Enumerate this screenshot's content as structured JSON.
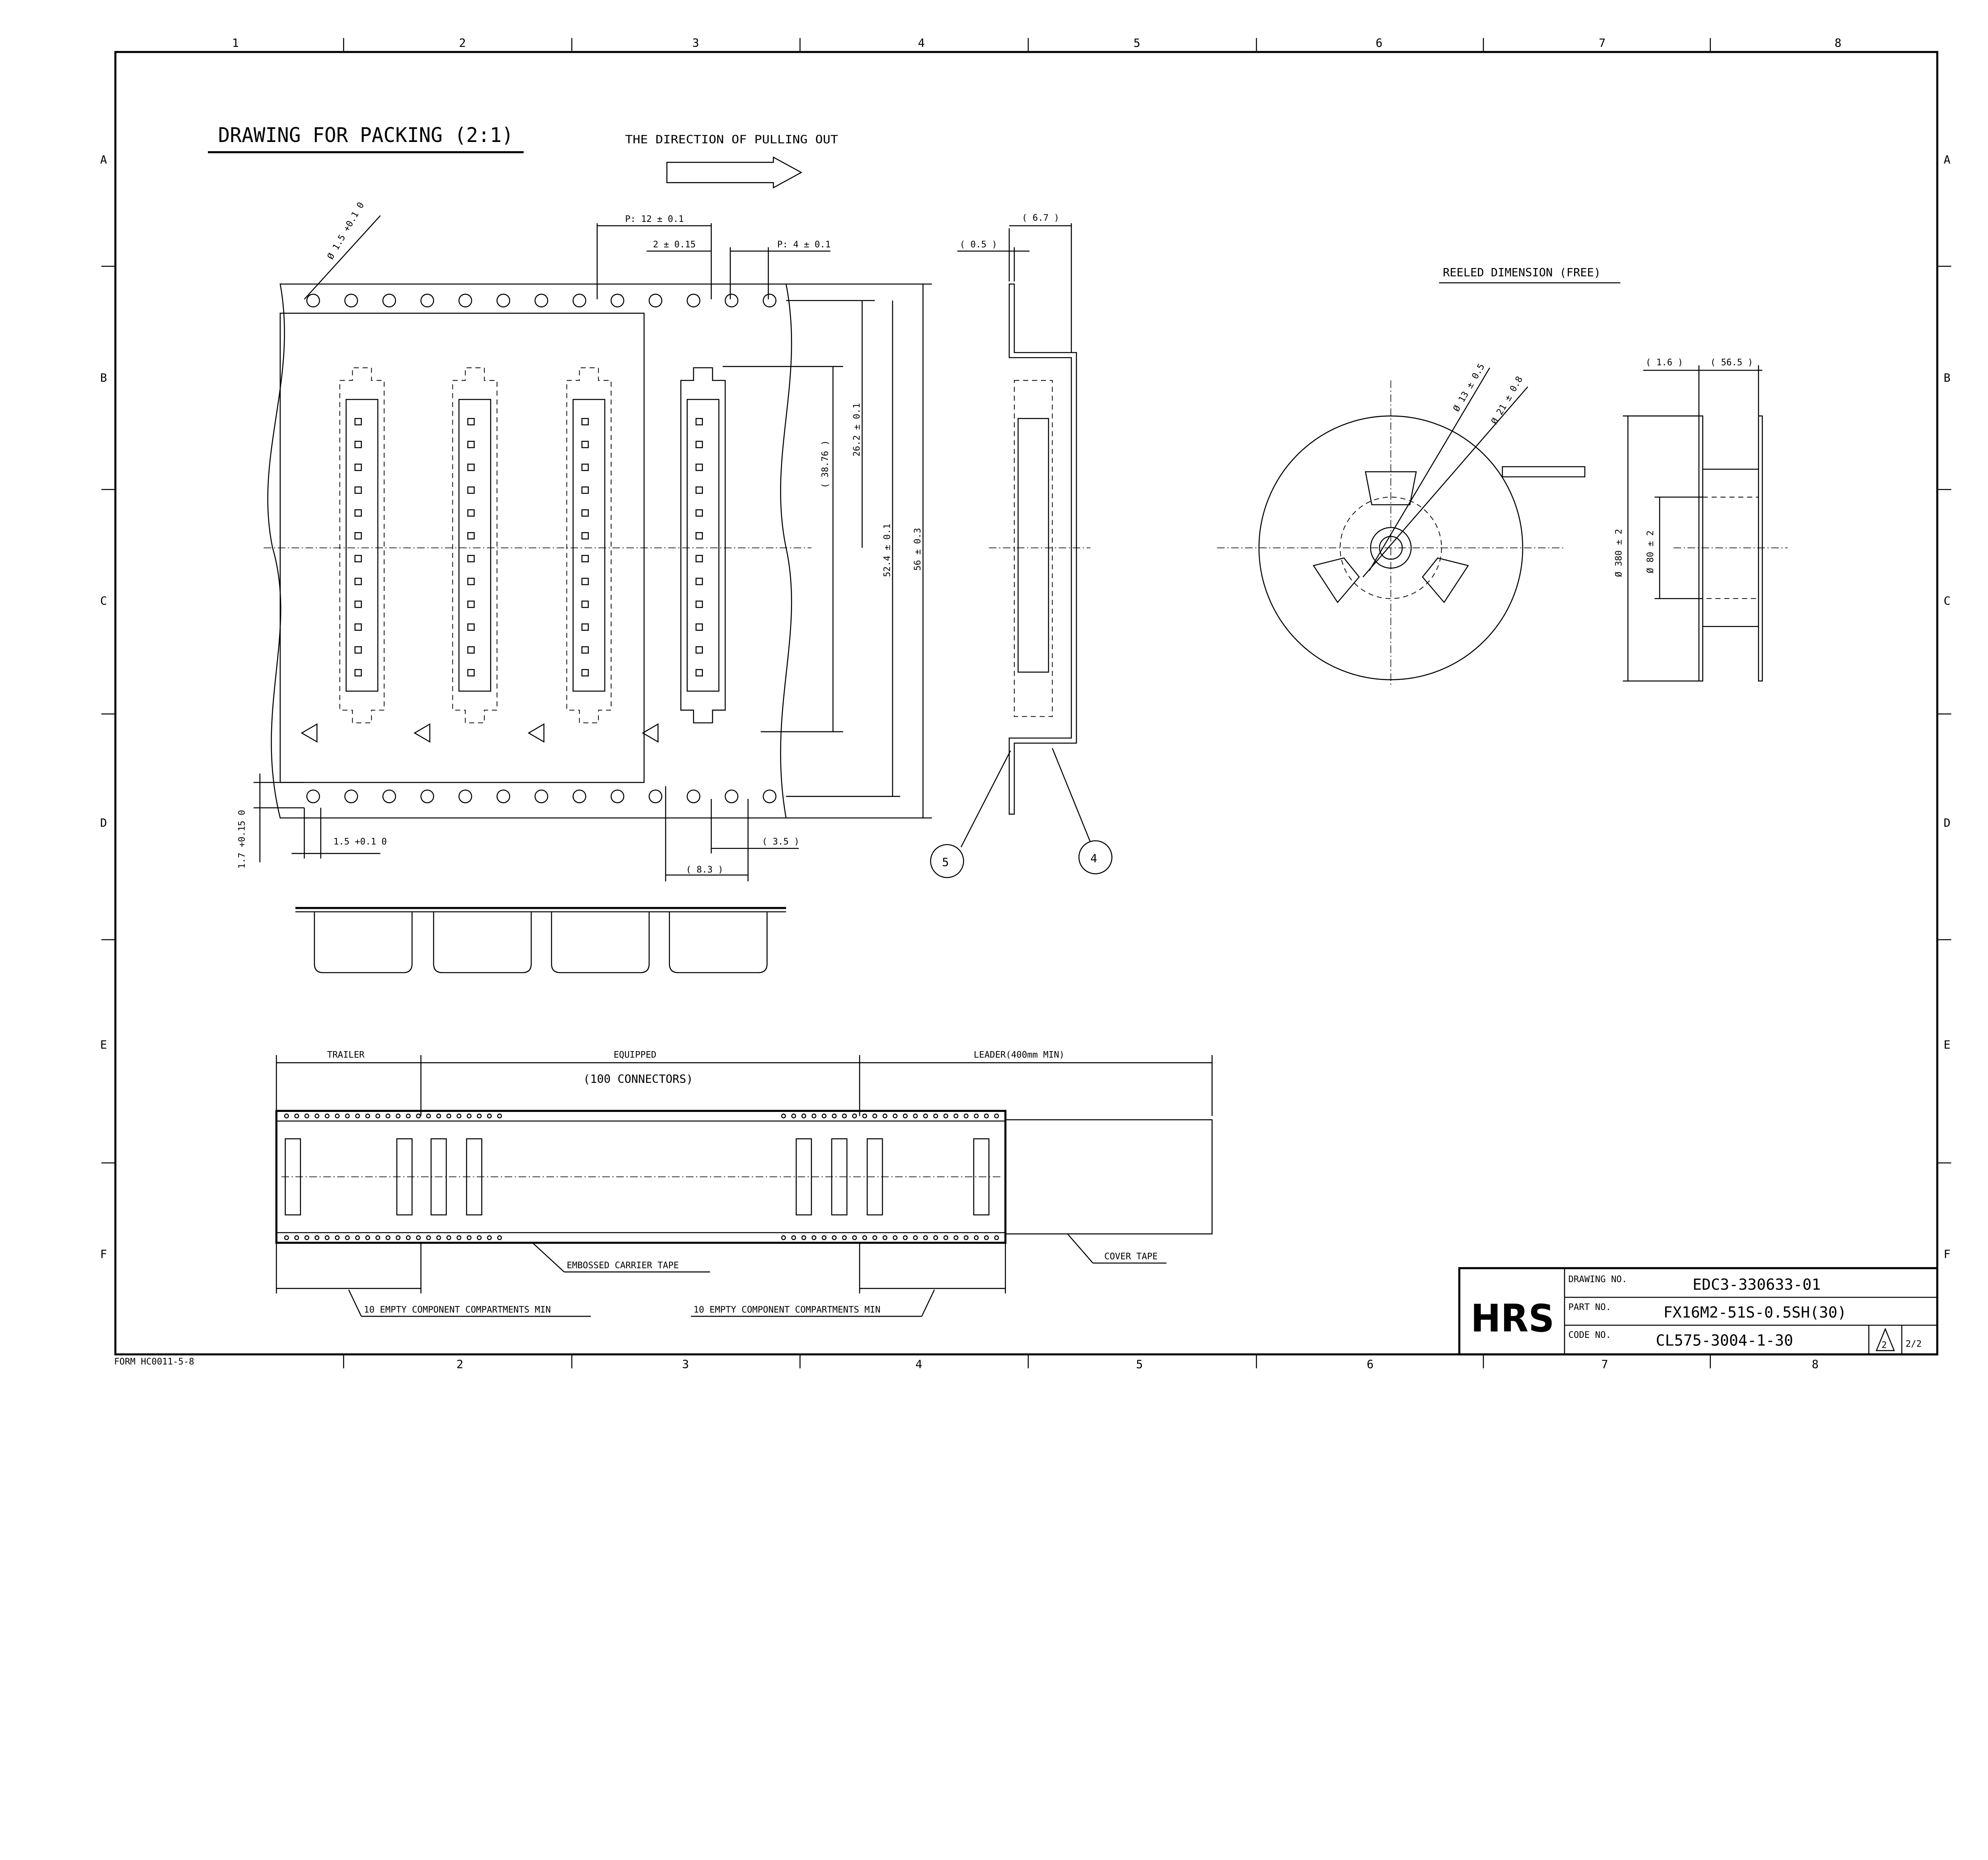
{
  "sheet": {
    "zones_top": [
      "1",
      "2",
      "3",
      "4",
      "5",
      "6",
      "7",
      "8"
    ],
    "zones_bottom": [
      "2",
      "3",
      "4",
      "5",
      "6",
      "7",
      "8"
    ],
    "rows": [
      "A",
      "B",
      "C",
      "D",
      "E",
      "F"
    ],
    "form_no": "FORM HC0011-5-8"
  },
  "titles": {
    "main": "DRAWING FOR PACKING (2:1)",
    "direction": "THE DIRECTION OF PULLING OUT",
    "reeled": "REELED DIMENSION (FREE)"
  },
  "dimensions": {
    "hole_dia": "Ø 1.5 +0.1 0",
    "pitch12": "P: 12 ± 0.1",
    "d2": "2 ± 0.15",
    "pitch4": "P: 4 ± 0.1",
    "d0_5": "( 0.5 )",
    "d6_7": "( 6.7 )",
    "d38_76": "( 38.76 )",
    "d26_2": "26.2 ± 0.1",
    "d52_4": "52.4 ± 0.1",
    "d56": "56 ± 0.3",
    "d1_7": "1.7 +0.15 0",
    "d1_5": "1.5 +0.1 0",
    "d3_5": "( 3.5 )",
    "d8_3": "( 8.3 )",
    "reel13": "Ø 13 ± 0.5",
    "reel21": "Ø 21 ± 0.8",
    "reel380": "Ø 380 ± 2",
    "reel80": "Ø 80 ± 2",
    "reel1_6": "( 1.6 )",
    "reel56_5": "( 56.5 )"
  },
  "balloons": [
    "5",
    "4"
  ],
  "tape_layout": {
    "trailer": "TRAILER",
    "equipped": "EQUIPPED",
    "connectors": "(100 CONNECTORS)",
    "leader": "LEADER(400mm MIN)",
    "carrier": "EMBOSSED CARRIER TAPE",
    "cover": "COVER TAPE",
    "empty_left": "10 EMPTY COMPONENT COMPARTMENTS MIN",
    "empty_right": "10 EMPTY COMPONENT COMPARTMENTS MIN"
  },
  "title_block": {
    "logo": "HRS",
    "drawing_no_label": "DRAWING NO.",
    "drawing_no": "EDC3-330633-01",
    "part_no_label": "PART NO.",
    "part_no": "FX16M2-51S-0.5SH(30)",
    "code_no_label": "CODE NO.",
    "code_no": "CL575-3004-1-30",
    "revision": "2",
    "sheet": "2/2"
  }
}
